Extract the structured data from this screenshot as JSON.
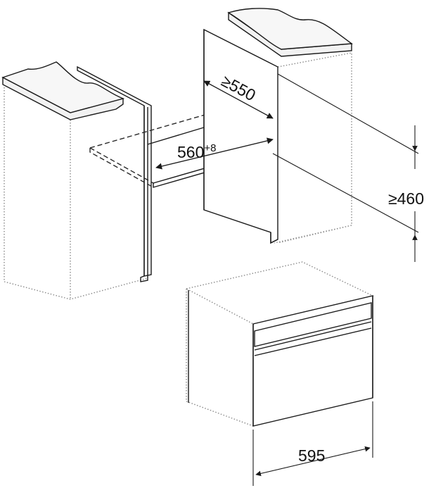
{
  "dimensions": {
    "depth": {
      "symbol": "≥",
      "value": "550"
    },
    "niche_width": {
      "value": "560",
      "tolerance": "+8"
    },
    "niche_height": {
      "symbol": "≥",
      "value": "460"
    },
    "appliance_width": {
      "value": "595"
    }
  },
  "colors": {
    "line": "#1a1a1a",
    "countertop_fill": "#f2f2f2",
    "countertop_edge": "#ffffff",
    "dash": "#2a2a2a",
    "dotted": "#8a8a8a"
  }
}
